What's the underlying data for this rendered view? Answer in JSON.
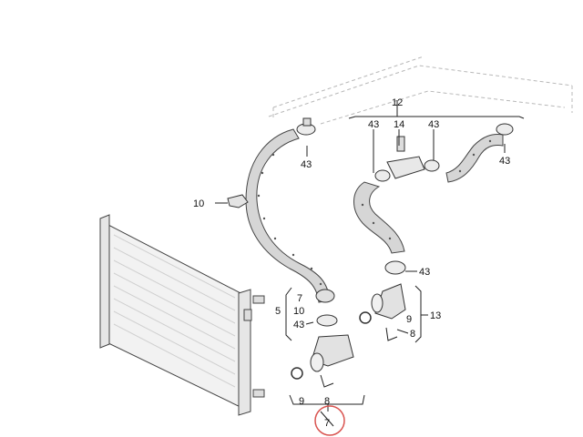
{
  "diagram": {
    "labels": {
      "l43_top_left": "43",
      "l10_left": "10",
      "l12": "12",
      "l43_a": "43",
      "l14": "14",
      "l43_b": "43",
      "l43_right": "43",
      "l43_mid": "43",
      "l7_a": "7",
      "l5": "5",
      "l10_b": "10",
      "l43_c": "43",
      "l9_a": "9",
      "l13": "13",
      "l8_a": "8",
      "l9_b": "9",
      "l8_b": "8",
      "l7_circled": "7"
    },
    "highlight_color": "#d9534f"
  }
}
